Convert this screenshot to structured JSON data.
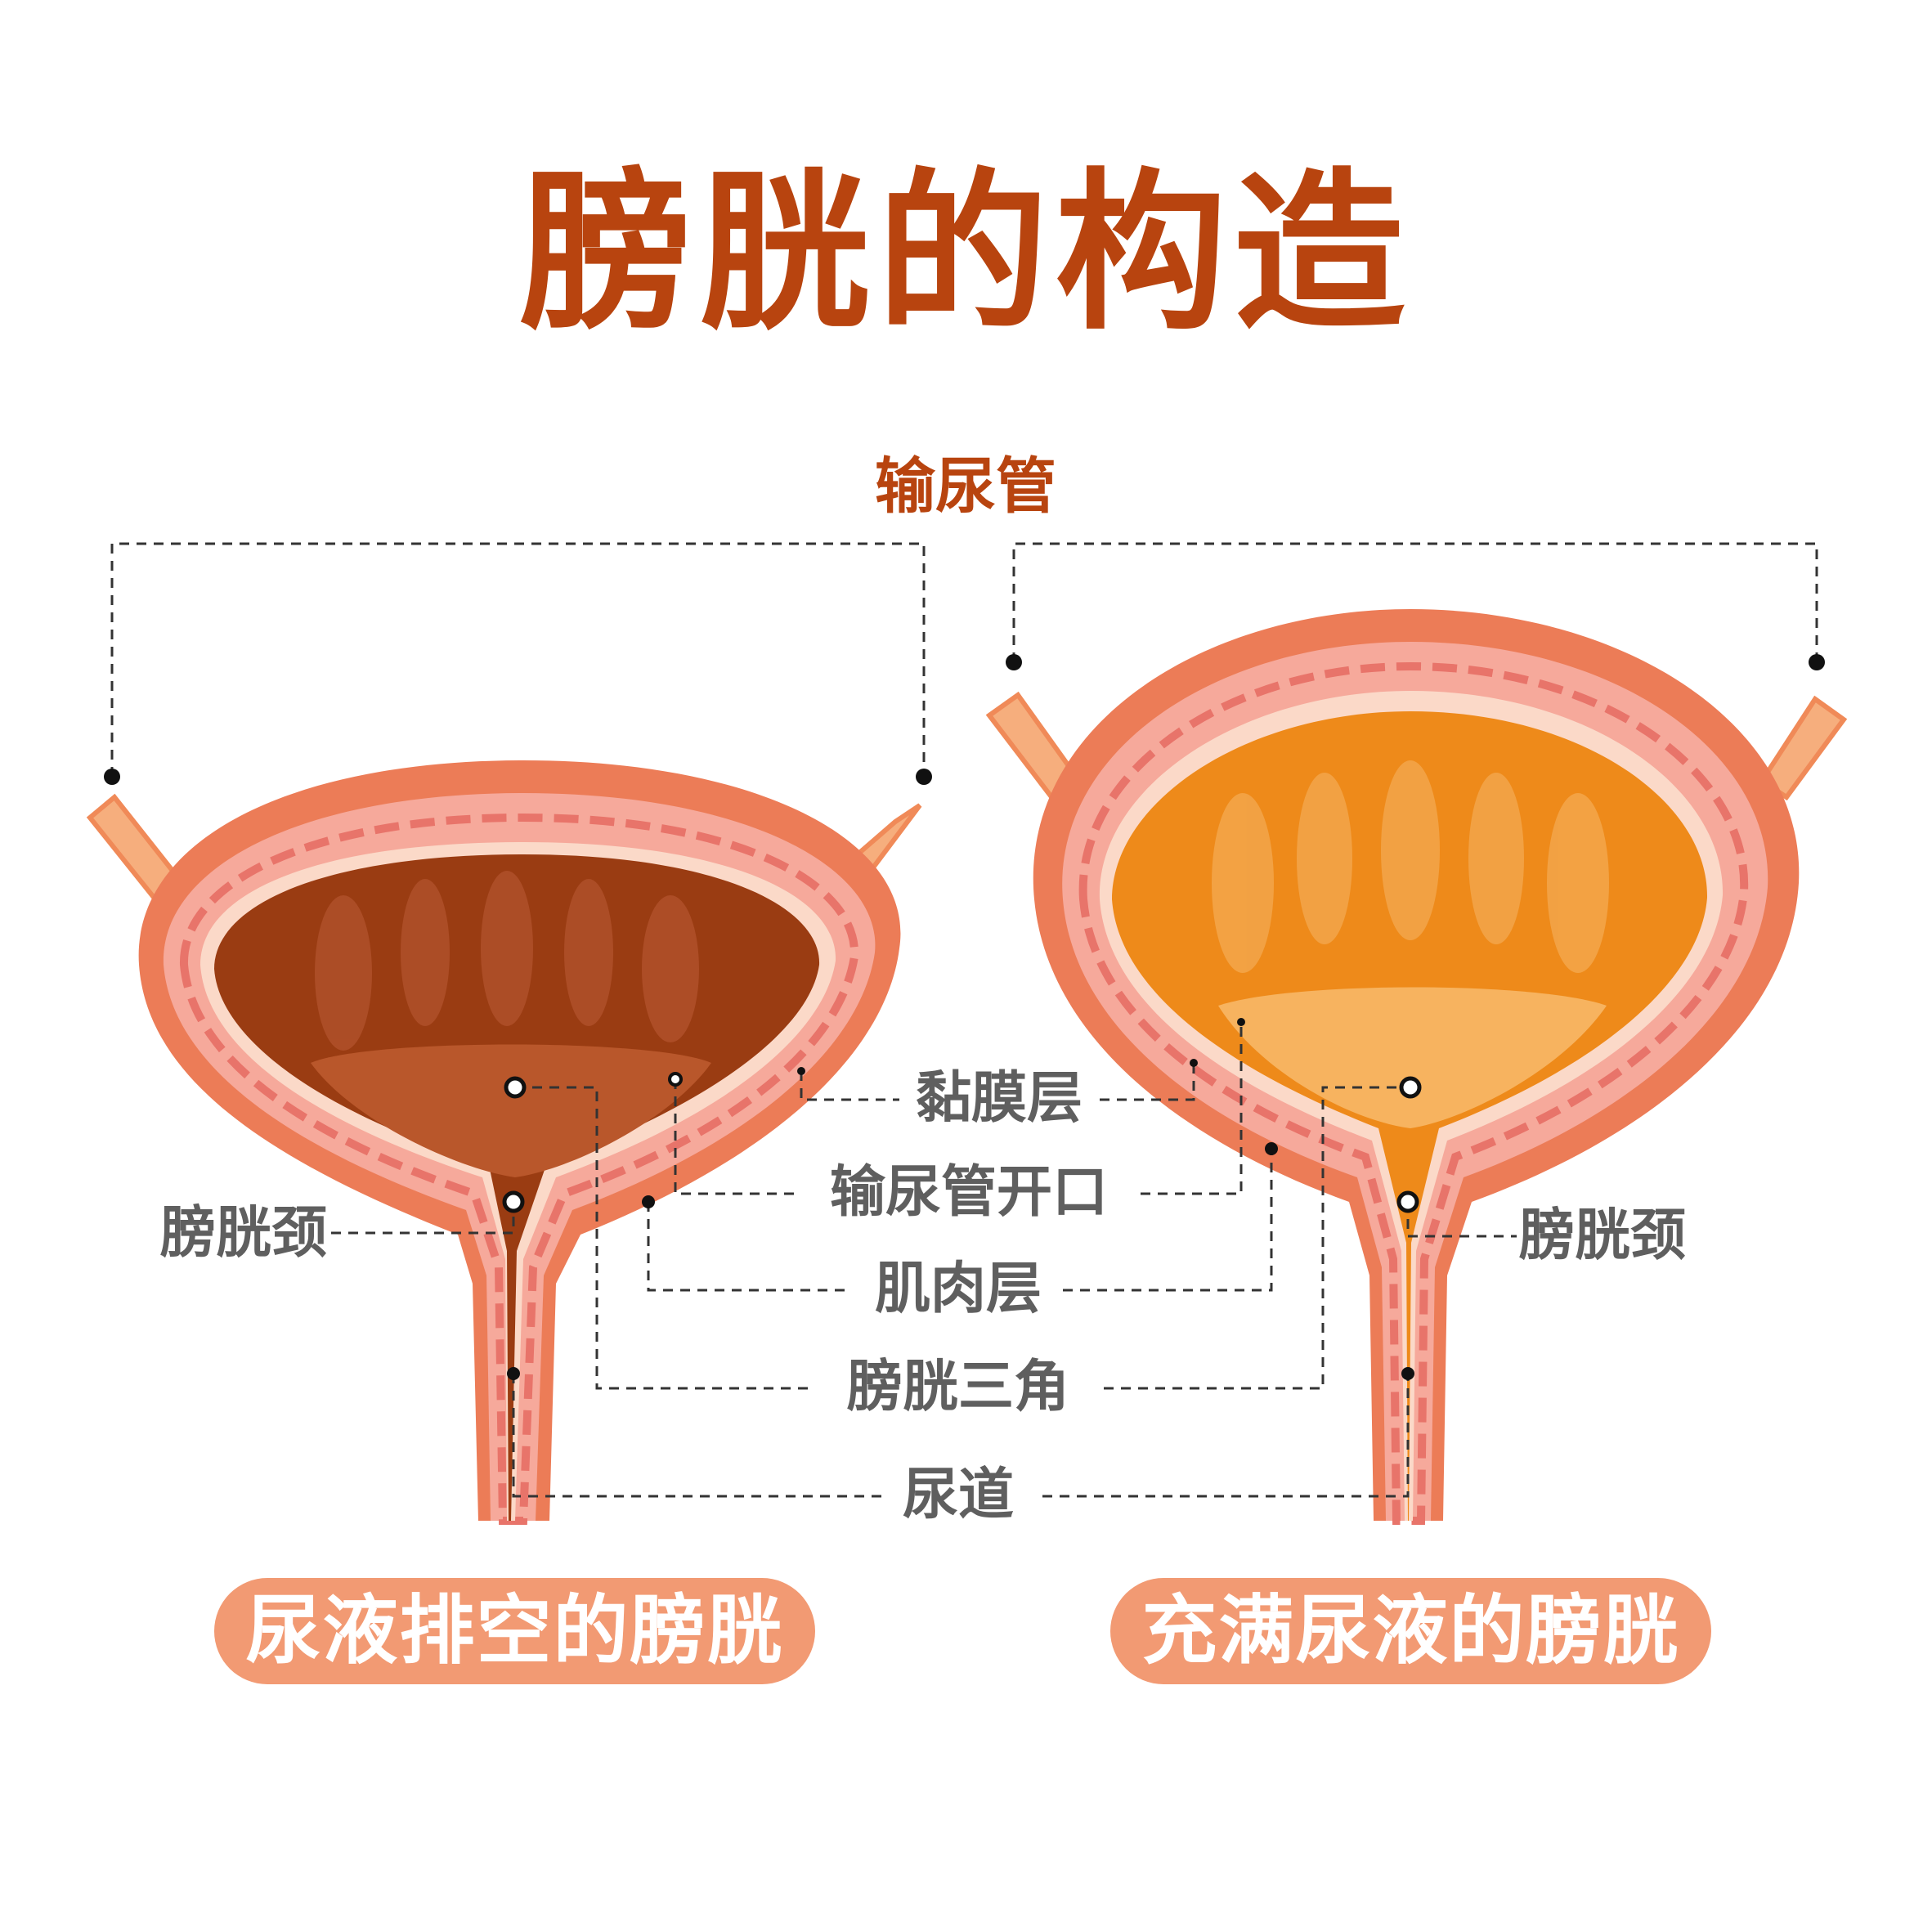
{
  "title": "膀胱的构造",
  "labels": {
    "ureter": "输尿管",
    "mucosa": "黏膜层",
    "ureter_opening": "输尿管开口",
    "muscle": "肌肉层",
    "trigone": "膀胱三角",
    "urethra": "尿道",
    "bladder_neck_left": "膀胱颈",
    "bladder_neck_right": "膀胱颈"
  },
  "captions": {
    "empty": "尿液排空的膀胱",
    "full": "充满尿液的膀胱"
  },
  "colors": {
    "title": "#b8440f",
    "label": "#5f5f5f",
    "pill": "#f29a73",
    "outer_wall": "#ec7c57",
    "wall_layer": "#f6a99b",
    "empty_lumen": "#9a3c12",
    "full_lumen": "#ee8a1a"
  }
}
